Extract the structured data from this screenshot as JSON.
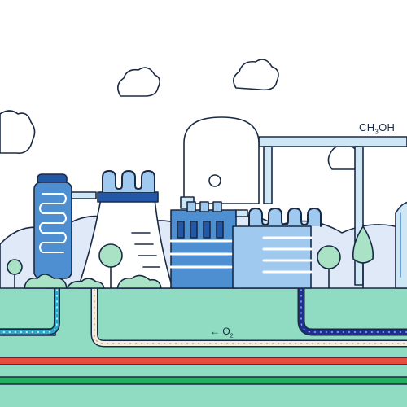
{
  "labels": {
    "methanol": {
      "main": "CH",
      "sub": "3",
      "tail": "OH"
    },
    "oxygen": {
      "arrow": "←",
      "main": " O",
      "sub": "2"
    }
  },
  "colors": {
    "outline": "#1a2a44",
    "ground": "#8fdcc2",
    "pipe_light": "#cfe6f5",
    "building_blue": "#4d8fd0",
    "building_light": "#9fc9ee",
    "dark_blue": "#2357a8",
    "tree_green": "#a9e2c4",
    "hill_blue": "#dfe9f7",
    "stripe_red": "#e74c3c",
    "stripe_green": "#27ae60",
    "pipe_teal": "#2aa7c9",
    "pipe_navy": "#1d2f8f",
    "pipe_beige": "#f3ece0"
  },
  "icons": [
    "cloud-icon",
    "tree-icon",
    "cooling-tower-icon",
    "silo-icon"
  ]
}
